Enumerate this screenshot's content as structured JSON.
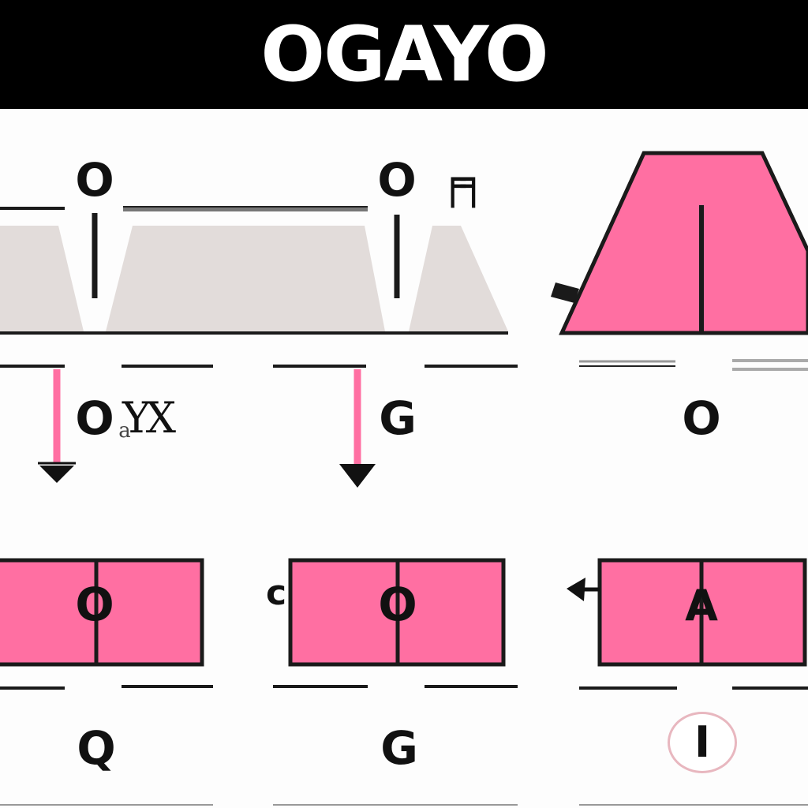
{
  "header": {
    "title": "OGAYO"
  },
  "labels": {
    "top_left": "O",
    "top_mid": "O",
    "top_mid_glyph": "╒╕",
    "mid_left": "O",
    "mid_left_glyph": "YX",
    "mid_left_tiny": "a",
    "mid_center": "G",
    "mid_right": "O",
    "box_left": "O",
    "box_mid": "O",
    "box_right": "A",
    "box_mid_side": "c",
    "bottom_left": "Q",
    "bottom_mid": "G",
    "bottom_right": "I"
  },
  "colors": {
    "pink": "#ff6fa2",
    "gray_fill": "#e2dcda",
    "line": "#1a1a1a",
    "header_bg": "#000000"
  }
}
